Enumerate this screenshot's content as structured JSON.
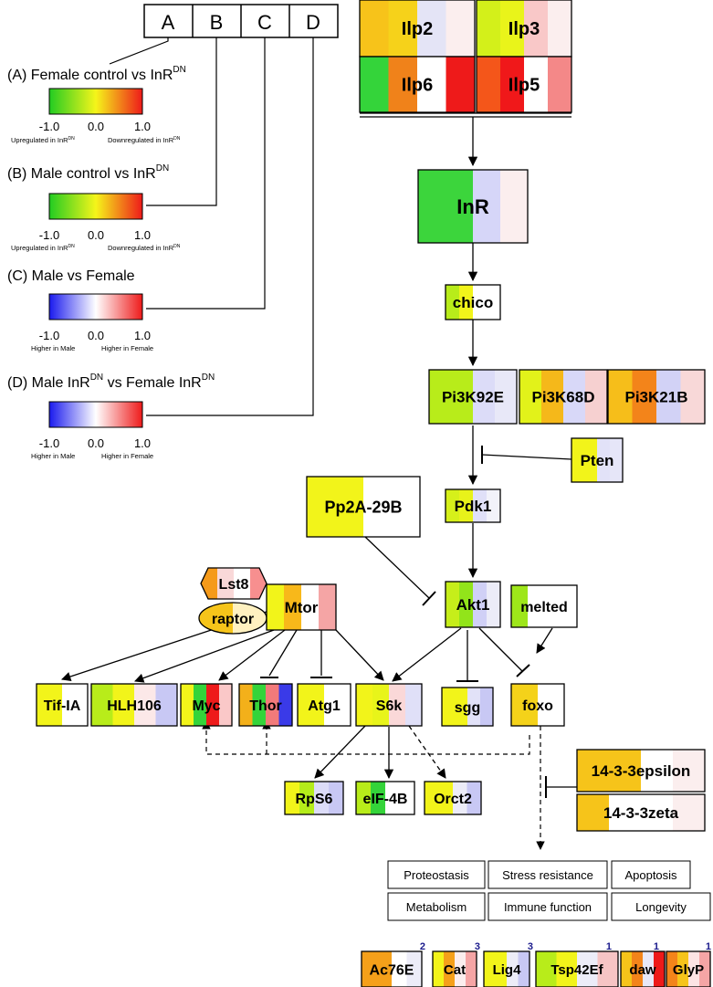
{
  "header": {
    "columns": [
      "A",
      "B",
      "C",
      "D"
    ]
  },
  "legends": [
    {
      "title": "(A) Female control vs InR",
      "superscript": "DN",
      "palette": "green-red",
      "ticks": [
        "-1.0",
        "0.0",
        "1.0"
      ],
      "low_note": "Upregulated in InR",
      "low_note_sup": "DN",
      "high_note": "Downregulated in InR",
      "high_note_sup": "DN"
    },
    {
      "title": "(B) Male control vs InR",
      "superscript": "DN",
      "palette": "green-red",
      "ticks": [
        "-1.0",
        "0.0",
        "1.0"
      ],
      "low_note": "Upregulated in InR",
      "low_note_sup": "DN",
      "high_note": "Downregulated in InR",
      "high_note_sup": "DN"
    },
    {
      "title": "(C) Male vs Female",
      "superscript": "",
      "palette": "blue-red",
      "ticks": [
        "-1.0",
        "0.0",
        "1.0"
      ],
      "low_note": "Higher in Male",
      "low_note_sup": "",
      "high_note": "Higher in Female",
      "high_note_sup": ""
    },
    {
      "title": "(D) Male InR",
      "title_sup": "DN",
      "title_mid": " vs Female InR",
      "superscript": "DN",
      "palette": "blue-red",
      "ticks": [
        "-1.0",
        "0.0",
        "1.0"
      ],
      "low_note": "Higher in Male",
      "low_note_sup": "",
      "high_note": "Higher in Female",
      "high_note_sup": ""
    }
  ],
  "genes": [
    {
      "id": "Ilp2",
      "label": "Ilp2",
      "colors": [
        "#f7c31a",
        "#f6d21a",
        "#e4e4f6",
        "#fbeeee"
      ]
    },
    {
      "id": "Ilp3",
      "label": "Ilp3",
      "colors": [
        "#d3f01a",
        "#e9f41a",
        "#f9c8c8",
        "#fbeeee"
      ]
    },
    {
      "id": "Ilp6",
      "label": "Ilp6",
      "colors": [
        "#34d43a",
        "#f0821a",
        "#ffffff",
        "#ee1a1a"
      ]
    },
    {
      "id": "Ilp5",
      "label": "Ilp5",
      "colors": [
        "#f4561a",
        "#f0181a",
        "#ffffff",
        "#f48888"
      ]
    },
    {
      "id": "InR",
      "label": "InR",
      "colors": [
        "#3cd53c",
        "#3cd53c",
        "#d6d6f8",
        "#fbeeee"
      ]
    },
    {
      "id": "chico",
      "label": "chico",
      "colors": [
        "#b8ec1a",
        "#f2f41a",
        "#ffffff",
        "#ffffff"
      ]
    },
    {
      "id": "Pi3K92E",
      "label": "Pi3K92E",
      "colors": [
        "#b8ec1a",
        "#b8ec1a",
        "#dcdcf8",
        "#e8e8f8"
      ]
    },
    {
      "id": "Pi3K68D",
      "label": "Pi3K68D",
      "colors": [
        "#e2f21a",
        "#f5b81a",
        "#d8d8f8",
        "#f6d0d0"
      ]
    },
    {
      "id": "Pi3K21B",
      "label": "Pi3K21B",
      "colors": [
        "#f6be1a",
        "#f3841a",
        "#d2d2f6",
        "#f8d8d8"
      ]
    },
    {
      "id": "Pten",
      "label": "Pten",
      "colors": [
        "#f2f41a",
        "#f2f41a",
        "#e2e2f8",
        "#e6e6f8"
      ]
    },
    {
      "id": "Pdk1",
      "label": "Pdk1",
      "colors": [
        "#d6f01a",
        "#e8f21a",
        "#e0e0f8",
        "#f2f2fa"
      ]
    },
    {
      "id": "Pp2A-29B",
      "label": "Pp2A-29B",
      "colors": [
        "#f2f41a",
        "#f2f41a",
        "#ffffff",
        "#ffffff"
      ]
    },
    {
      "id": "Akt1",
      "label": "Akt1",
      "colors": [
        "#c6ee1a",
        "#92e41a",
        "#d0d0f6",
        "#ececf8"
      ]
    },
    {
      "id": "melted",
      "label": "melted",
      "colors": [
        "#9ee61a",
        "#ffffff",
        "#ffffff",
        "#ffffff"
      ]
    },
    {
      "id": "Lst8",
      "label": "Lst8",
      "colors": [
        "#f59a1a",
        "#f9d8d8",
        "#ffffff",
        "#f78f8f"
      ]
    },
    {
      "id": "raptor",
      "label": "raptor",
      "colors": [
        "#f6c41a",
        "#f6c41a",
        "#fff1c0",
        "#fff1c0"
      ]
    },
    {
      "id": "Mtor",
      "label": "Mtor",
      "colors": [
        "#f2f41a",
        "#f8b81a",
        "#ffffff",
        "#f5a5a5"
      ]
    },
    {
      "id": "Tif-IA",
      "label": "Tif-IA",
      "colors": [
        "#f2f41a",
        "#f2f41a",
        "#ffffff",
        "#ffffff"
      ]
    },
    {
      "id": "HLH106",
      "label": "HLH106",
      "colors": [
        "#b8ec1a",
        "#f2f41a",
        "#fce8e8",
        "#c8c8f4"
      ]
    },
    {
      "id": "Myc",
      "label": "Myc",
      "colors": [
        "#f2f41a",
        "#34d43a",
        "#ee1a1a",
        "#fac8c8"
      ]
    },
    {
      "id": "Thor",
      "label": "Thor",
      "colors": [
        "#f3b01a",
        "#34d43a",
        "#f27a7a",
        "#3a3ae8"
      ]
    },
    {
      "id": "Atg1",
      "label": "Atg1",
      "colors": [
        "#f2f41a",
        "#f2f41a",
        "#ffffff",
        "#ffffff"
      ]
    },
    {
      "id": "S6k",
      "label": "S6k",
      "colors": [
        "#f2f41a",
        "#e8f41a",
        "#fad8d8",
        "#e0e0f8"
      ]
    },
    {
      "id": "sgg",
      "label": "sgg",
      "colors": [
        "#f2f41a",
        "#f2f41a",
        "#e2e2f8",
        "#c8c8f4"
      ]
    },
    {
      "id": "foxo",
      "label": "foxo",
      "colors": [
        "#f4d21a",
        "#f4d21a",
        "#ffffff",
        "#ffffff"
      ]
    },
    {
      "id": "RpS6",
      "label": "RpS6",
      "colors": [
        "#f2f41a",
        "#b4ec1a",
        "#dcdcf8",
        "#c8c8f4"
      ]
    },
    {
      "id": "eIF-4B",
      "label": "eIF-4B",
      "colors": [
        "#b8ec1a",
        "#34d43a",
        "#ffffff",
        "#ffffff"
      ]
    },
    {
      "id": "Orct2",
      "label": "Orct2",
      "colors": [
        "#f2f41a",
        "#f2f41a",
        "#ececf8",
        "#c8c8f4"
      ]
    },
    {
      "id": "14-3-3epsilon",
      "label": "14-3-3epsilon",
      "colors": [
        "#f6c41a",
        "#f6c41a",
        "#ffffff",
        "#fbeeee"
      ]
    },
    {
      "id": "14-3-3zeta",
      "label": "14-3-3zeta",
      "colors": [
        "#f6c41a",
        "#ffffff",
        "#ffffff",
        "#fbeeee"
      ]
    },
    {
      "id": "Ac76E",
      "label": "Ac76E",
      "colors": [
        "#f5a01a",
        "#f5a01a",
        "#ffffff",
        "#ececf8"
      ]
    },
    {
      "id": "Cat",
      "label": "Cat",
      "colors": [
        "#f2f41a",
        "#f5a01a",
        "#fbeeee",
        "#f5a5a5"
      ]
    },
    {
      "id": "Lig4",
      "label": "Lig4",
      "colors": [
        "#f2f41a",
        "#f2f41a",
        "#ececf8",
        "#c8c8f4"
      ]
    },
    {
      "id": "Tsp42Ef",
      "label": "Tsp42Ef",
      "colors": [
        "#b8ec1a",
        "#f2f41a",
        "#ececf8",
        "#f6c4c4"
      ]
    },
    {
      "id": "daw",
      "label": "daw",
      "colors": [
        "#f6c41a",
        "#f3841a",
        "#e8e8f8",
        "#ee1a1a"
      ]
    },
    {
      "id": "GlyP",
      "label": "GlyP",
      "colors": [
        "#f3841a",
        "#f6c41a",
        "#fce4e4",
        "#f5a5a5"
      ]
    }
  ],
  "badges": {
    "Ac76E": "2",
    "Cat": "3",
    "Lig4": "3",
    "Tsp42Ef": "1",
    "daw": "1",
    "GlyP": "1"
  },
  "outcomes": [
    [
      "Proteostasis",
      "Stress resistance",
      "Apoptosis"
    ],
    [
      "Metabolism",
      "Immune function",
      "Longevity"
    ]
  ]
}
